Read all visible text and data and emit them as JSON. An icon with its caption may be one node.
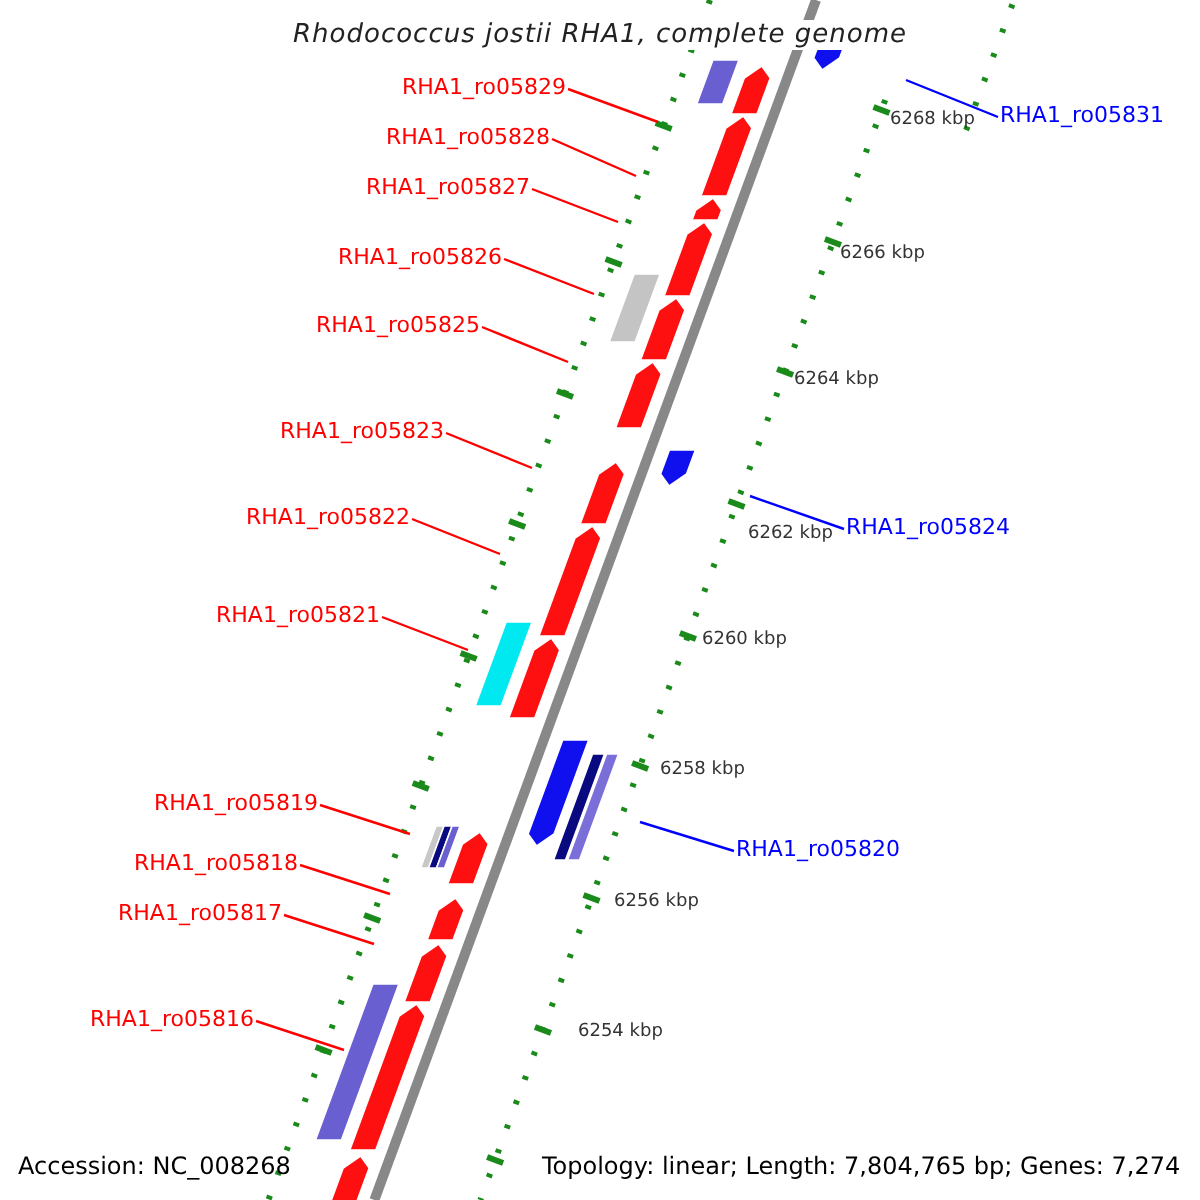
{
  "diagram": {
    "title": "Rhodococcus jostii RHA1, complete genome",
    "nodes": [
      {
        "text": [
          "RHA1_ro05829"
        ]
      },
      {
        "text": [
          "RHA1_ro05831"
        ]
      },
      {
        "text": [
          "RHA1_ro05828"
        ]
      },
      {
        "text": [
          "RHA1_ro05827"
        ]
      },
      {
        "text": [
          "RHA1_ro05826"
        ]
      },
      {
        "text": [
          "RHA1_ro05825"
        ]
      },
      {
        "text": [
          "RHA1_ro05823"
        ]
      },
      {
        "text": [
          "RHA1_ro05822"
        ]
      },
      {
        "text": [
          "RHA1_ro05824"
        ]
      },
      {
        "text": [
          "RHA1_ro05821"
        ]
      },
      {
        "text": [
          "RHA1_ro05819"
        ]
      },
      {
        "text": [
          "RHA1_ro05820"
        ]
      },
      {
        "text": [
          "RHA1_ro05818"
        ]
      },
      {
        "text": [
          "RHA1_ro05817"
        ]
      },
      {
        "text": [
          "RHA1_ro05816"
        ]
      }
    ],
    "edges": [
      {
        "from": 0,
        "to": null,
        "arrow": "none"
      },
      {
        "from": 1,
        "to": null,
        "arrow": "none",
        "color": "#0000ff"
      },
      {
        "from": 2,
        "to": null,
        "arrow": "none"
      },
      {
        "from": 3,
        "to": null,
        "arrow": "none"
      },
      {
        "from": 4,
        "to": null,
        "arrow": "none"
      },
      {
        "from": 5,
        "to": null,
        "arrow": "none"
      },
      {
        "from": 6,
        "to": null,
        "arrow": "none"
      },
      {
        "from": 7,
        "to": null,
        "arrow": "none"
      },
      {
        "from": 8,
        "to": null,
        "arrow": "none",
        "color": "#0000ff"
      },
      {
        "from": 9,
        "to": null,
        "arrow": "none"
      },
      {
        "from": 10,
        "to": null,
        "arrow": "none"
      },
      {
        "from": 11,
        "to": null,
        "arrow": "none",
        "color": "#0000ff"
      },
      {
        "from": 12,
        "to": null,
        "arrow": "none"
      },
      {
        "from": 13,
        "to": null,
        "arrow": "none"
      },
      {
        "from": 14,
        "to": null,
        "arrow": "none"
      }
    ],
    "labels": [
      "6268 kbp",
      "6266 kbp",
      "6264 kbp",
      "6262 kbp",
      "6260 kbp",
      "6258 kbp",
      "6256 kbp",
      "6254 kbp",
      "Accession: NC_008268",
      "Topology: linear; Length: 7,804,765 bp; Genes: 7,274"
    ]
  }
}
